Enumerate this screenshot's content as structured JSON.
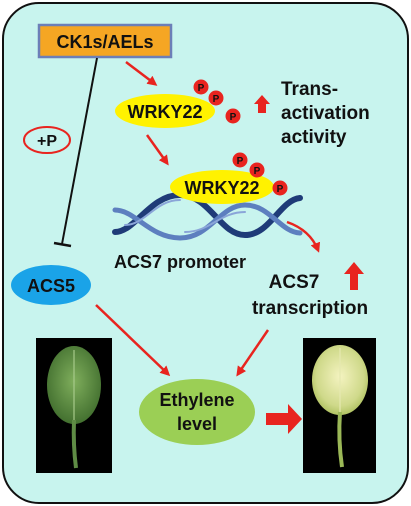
{
  "nodes": {
    "ck1": "CK1s/AELs",
    "wrky_top": "WRKY22",
    "wrky_mid": "WRKY22",
    "acs5": "ACS5",
    "ethylene_line1": "Ethylene",
    "ethylene_line2": "level"
  },
  "labels": {
    "plus_p": "+P",
    "trans_line1": "Trans-",
    "trans_line2": "activation",
    "trans_line3": "activity",
    "promoter": "ACS7 promoter",
    "acs7_line1": "ACS7",
    "acs7_line2": "transcription",
    "phospho": "P"
  },
  "colors": {
    "panel_bg": "#c8f4ee",
    "panel_border": "#111111",
    "ck1_fill": "#f5a623",
    "ck1_border": "#6c7fb8",
    "wrky_fill": "#fff200",
    "acs5_fill": "#1aa3e8",
    "ethylene_fill": "#9bcf55",
    "arrow_red": "#e8241f",
    "phospho_fill": "#e8241f",
    "dna_dark": "#1f3b78",
    "dna_light": "#5d7fbf"
  },
  "icons": {
    "up_arrow_1": "red-up-arrow-icon",
    "up_arrow_2": "red-up-arrow-icon",
    "inhibition": "t-bar-inhibition-icon",
    "dna": "dna-double-helix-icon",
    "leaf_healthy": "green-leaf-photo",
    "leaf_senescent": "yellow-leaf-photo"
  }
}
